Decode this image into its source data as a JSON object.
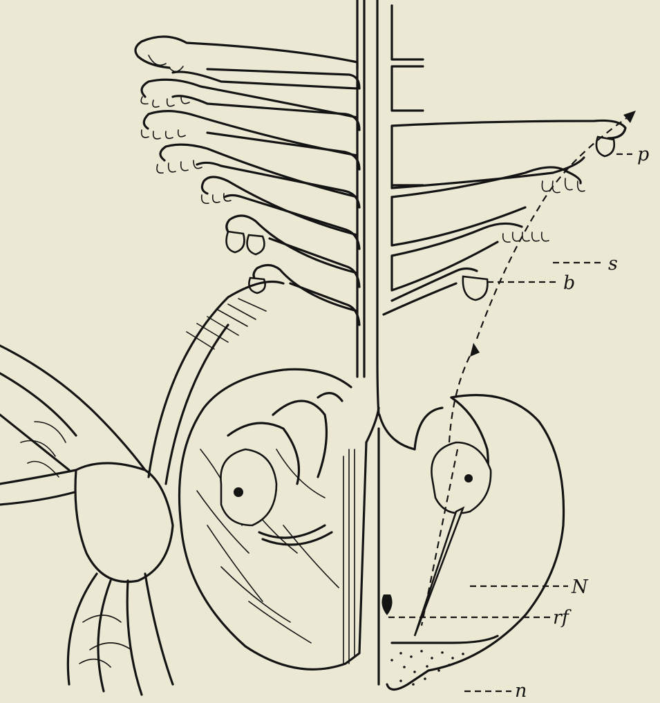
{
  "labels": {
    "p": "p",
    "s": "s",
    "b": "b",
    "N": "N",
    "rf": "rf",
    "n": "n"
  }
}
